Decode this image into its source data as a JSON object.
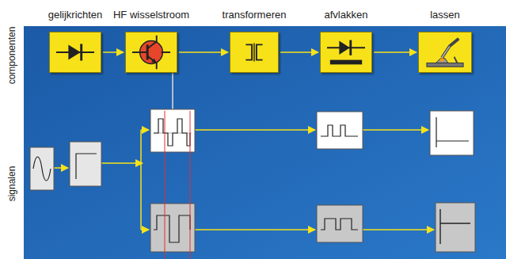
{
  "diagram": {
    "nodes": [
      {
        "text": [
          "gelijkrichten"
        ]
      },
      {
        "text": [
          "HF wisselstroom"
        ]
      },
      {
        "text": [
          "transformeren"
        ]
      },
      {
        "text": [
          "afvlakken"
        ]
      },
      {
        "text": [
          "lassen"
        ]
      }
    ],
    "edges": [
      {
        "from": 0,
        "to": 1,
        "arrow": "to"
      },
      {
        "from": 1,
        "to": 2,
        "arrow": "to"
      },
      {
        "from": 2,
        "to": 3,
        "arrow": "to"
      },
      {
        "from": 3,
        "to": 4,
        "arrow": "to"
      }
    ],
    "labels": [
      "componenten",
      "signalen"
    ]
  }
}
